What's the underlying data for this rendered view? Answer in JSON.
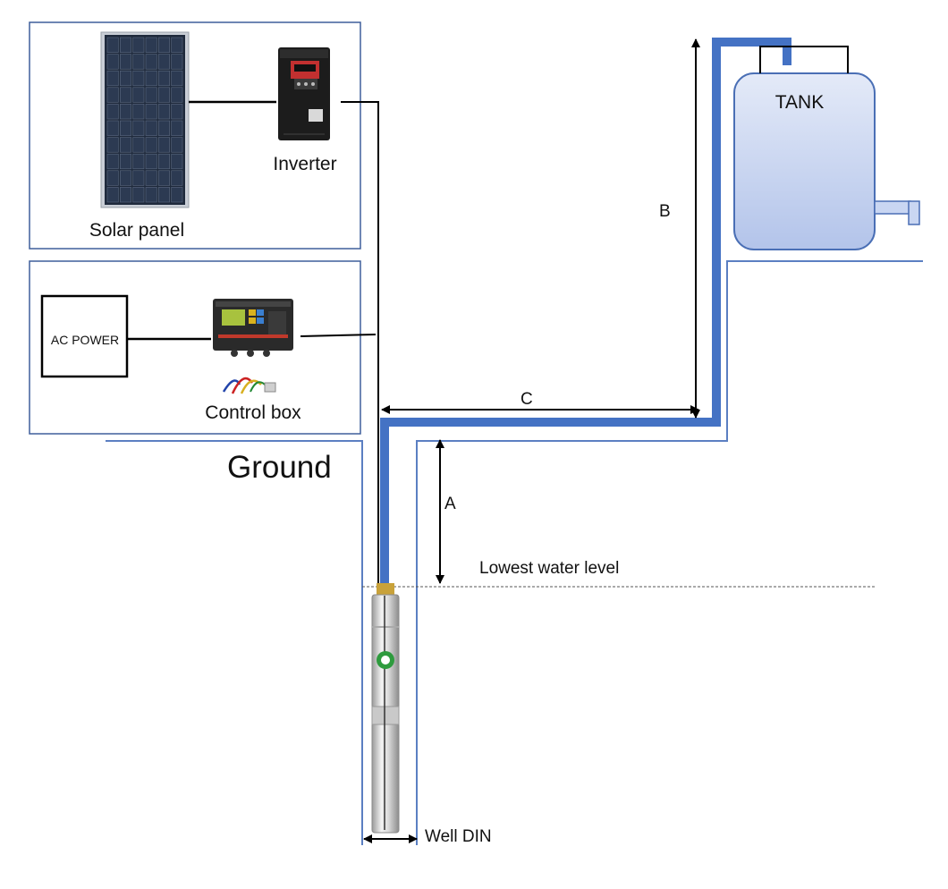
{
  "labels": {
    "solar_panel": "Solar panel",
    "inverter": "Inverter",
    "ac_power": "AC POWER",
    "control_box": "Control box",
    "ground": "Ground",
    "tank": "TANK",
    "dim_a": "A",
    "dim_b": "B",
    "dim_c": "C",
    "lowest_water_level": "Lowest water level",
    "well_din": "Well DIN"
  },
  "colors": {
    "box_border": "#3f5f9b",
    "pipe": "#4472c4",
    "well_wall": "#5b7fc2",
    "tank_fill": "#c9d6f2",
    "tank_stroke": "#4a6fb5"
  }
}
